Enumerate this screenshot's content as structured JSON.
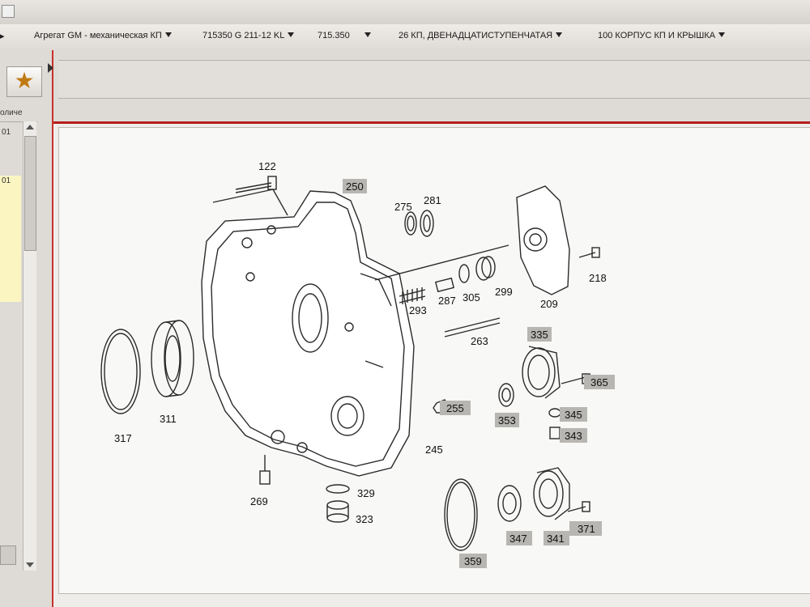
{
  "breadcrumbs": [
    {
      "label": "Агрегат GM - механическая КП"
    },
    {
      "label": "715350 G 211-12 KL"
    },
    {
      "label": "715.350"
    },
    {
      "label": "26 КП, ДВЕНАДЦАТИСТУПЕНЧАТАЯ"
    },
    {
      "label": "100 КОРПУС КП И КРЫШКА"
    }
  ],
  "left_panel": {
    "column_header": "оличе",
    "cells": [
      "01",
      "01"
    ]
  },
  "parts": {
    "p122": "122",
    "p250": "250",
    "p275": "275",
    "p281": "281",
    "p218": "218",
    "p209": "209",
    "p293": "293",
    "p287": "287",
    "p305": "305",
    "p299": "299",
    "p263": "263",
    "p335": "335",
    "p365": "365",
    "p255": "255",
    "p353": "353",
    "p345": "345",
    "p343": "343",
    "p317": "317",
    "p311": "311",
    "p245": "245",
    "p269": "269",
    "p329": "329",
    "p323": "323",
    "p359": "359",
    "p347": "347",
    "p341": "341",
    "p371": "371"
  },
  "colors": {
    "accent_red": "#b51e1e",
    "star": "#c07a12",
    "label_highlight": "#b8b6b2"
  }
}
